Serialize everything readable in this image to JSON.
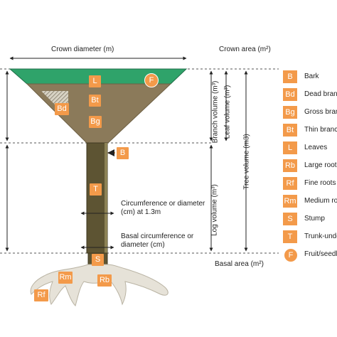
{
  "colors": {
    "leaves": "#2fa36a",
    "soil": "#8b7a5a",
    "trunk": "#5d5433",
    "roots": "#e6e2d8",
    "badge": "#f39a4a",
    "dashed_line": "#555555"
  },
  "top_labels": {
    "crown_diameter": "Crown diameter (m)",
    "crown_area": "Crown area (m²)"
  },
  "diagram_labels": {
    "circumference_line1": "Circumference or diameter",
    "circumference_line2": "(cm) at 1.3m",
    "basal_line1": "Basal circumference or",
    "basal_line2": "diameter (cm)",
    "basal_area": "Basal area (m²)"
  },
  "vertical_labels": {
    "branch_volume": "Branch volume (m³)",
    "leaf_volume": "Leaf volume (m³)",
    "log_volume": "Log volume (m³)",
    "tree_volume": "Tree volume (m3)"
  },
  "badges": {
    "leaves": "L",
    "fruit": "F",
    "thin_branches": "Bt",
    "dead_branches": "Bd",
    "gross_branches": "Bg",
    "bark": "B",
    "trunk": "T",
    "stump": "S",
    "medium_roots": "Rm",
    "large_roots": "Rb",
    "fine_roots": "Rf"
  },
  "legend": [
    {
      "code": "B",
      "label": "Bark",
      "shape": "square"
    },
    {
      "code": "Bd",
      "label": "Dead branc",
      "shape": "square"
    },
    {
      "code": "Bg",
      "label": "Gross branc",
      "shape": "square"
    },
    {
      "code": "Bt",
      "label": "Thin branch",
      "shape": "square"
    },
    {
      "code": "L",
      "label": "Leaves",
      "shape": "square"
    },
    {
      "code": "Rb",
      "label": "Large roots",
      "shape": "square"
    },
    {
      "code": "Rf",
      "label": "Fine roots",
      "shape": "square"
    },
    {
      "code": "Rm",
      "label": "Medium ro",
      "shape": "square"
    },
    {
      "code": "S",
      "label": "Stump",
      "shape": "square"
    },
    {
      "code": "T",
      "label": "Trunk-unde",
      "shape": "square"
    },
    {
      "code": "F",
      "label": "Fruit/seedl",
      "shape": "circle"
    }
  ]
}
